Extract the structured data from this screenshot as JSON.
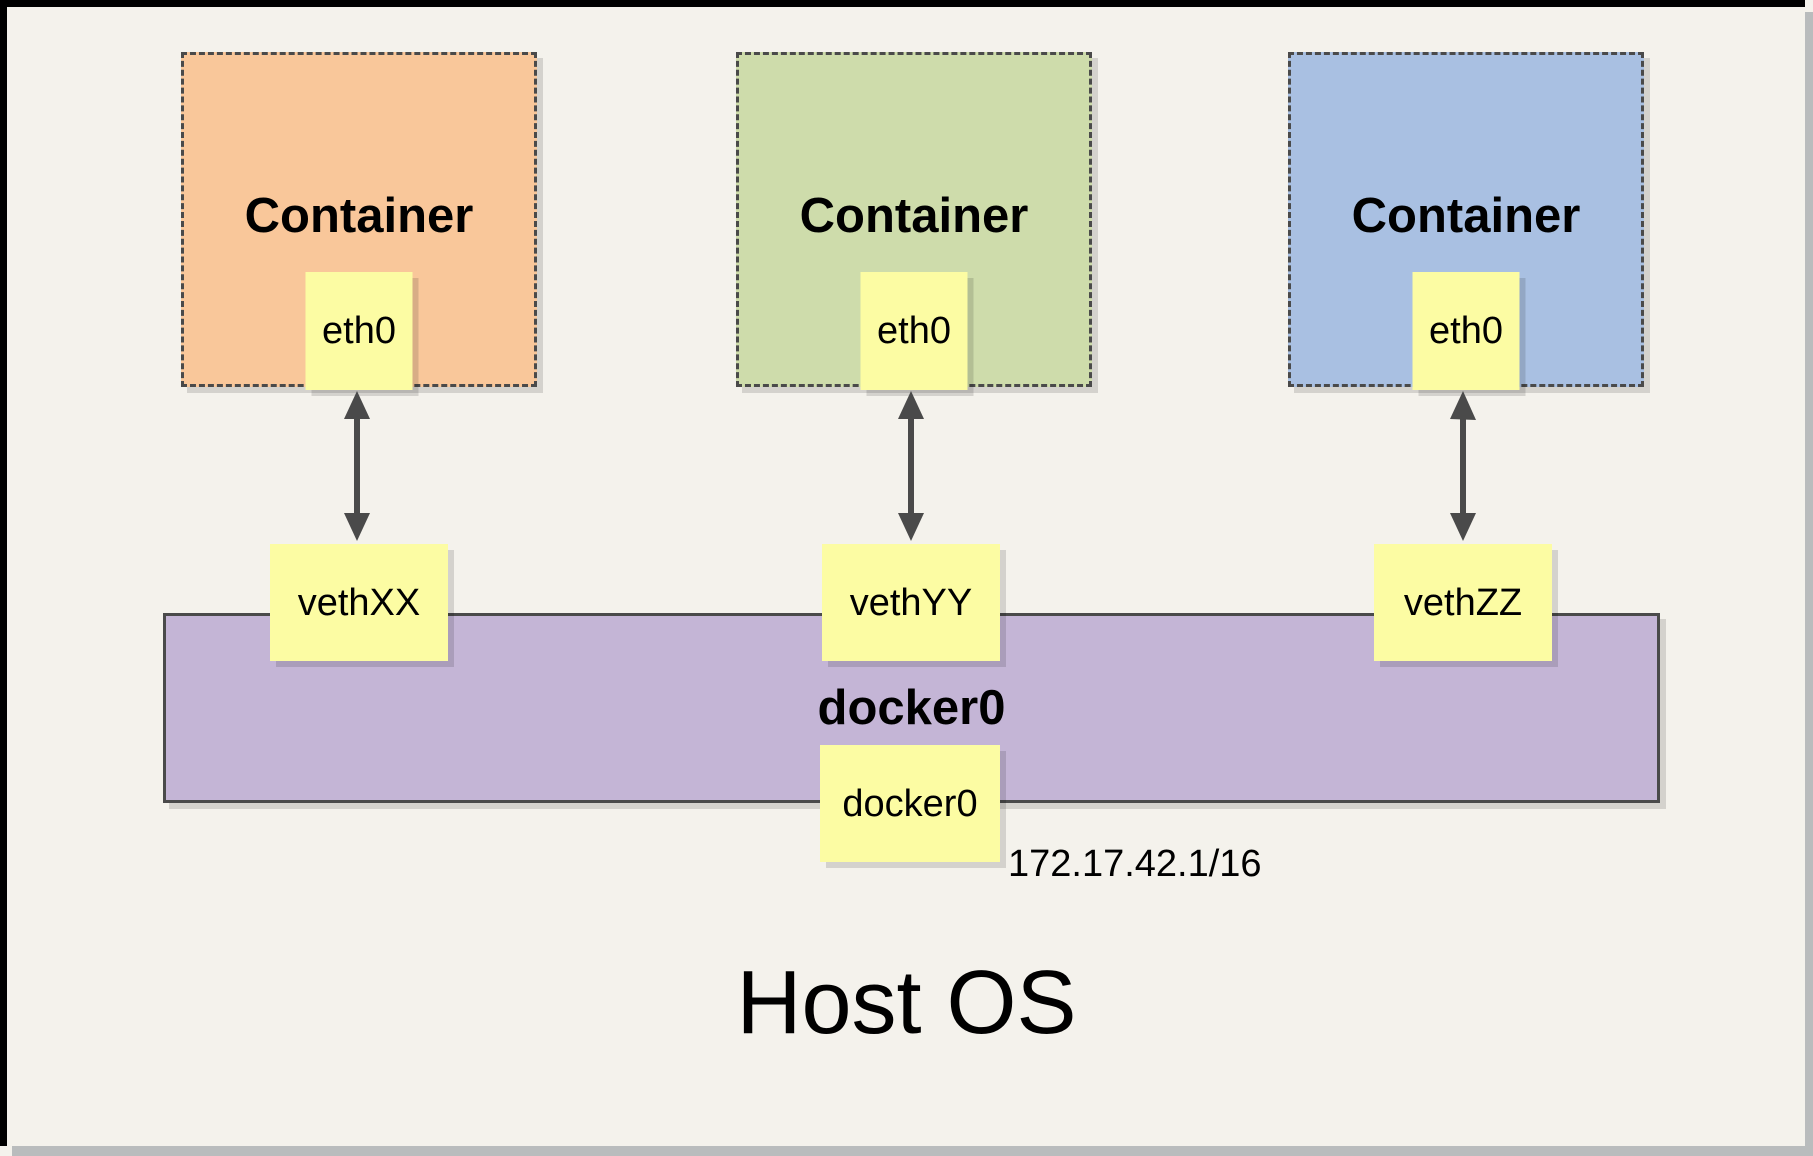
{
  "host": {
    "label": "Host OS"
  },
  "bridge": {
    "name": "docker0",
    "interface": "docker0",
    "ip": "172.17.42.1/16",
    "fill": "#c4b5d6"
  },
  "containers": [
    {
      "label": "Container",
      "interface": "eth0",
      "veth": "vethXX",
      "fill": "#f9c79a"
    },
    {
      "label": "Container",
      "interface": "eth0",
      "veth": "vethYY",
      "fill": "#cedcab"
    },
    {
      "label": "Container",
      "interface": "eth0",
      "veth": "vethZZ",
      "fill": "#a9c0e2"
    }
  ],
  "colors": {
    "background": "#f4f2ec",
    "note_yellow": "#fcfca3",
    "stroke_dark": "#4a4a4a",
    "frame_black": "#000000",
    "page_shadow_gray": "#b9bcbd"
  },
  "icons": {
    "connection": "double-headed-vertical-arrow"
  }
}
